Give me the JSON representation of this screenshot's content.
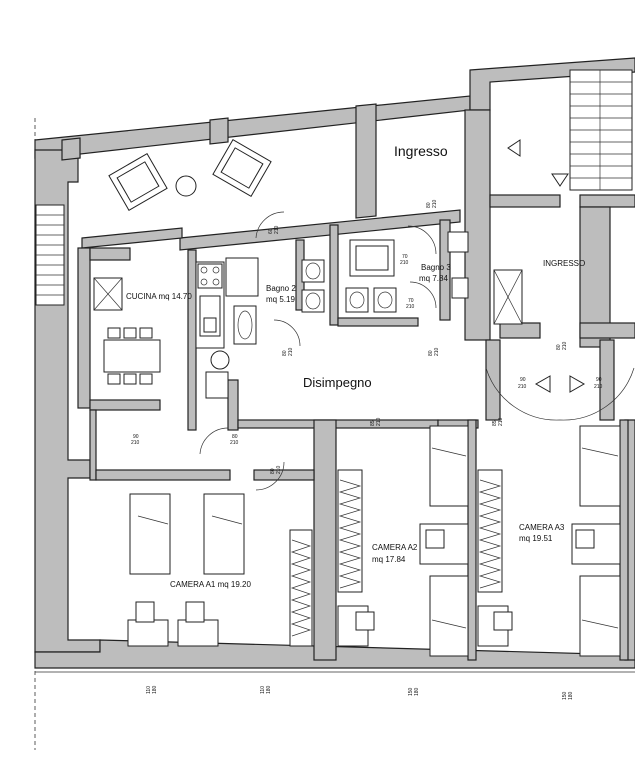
{
  "labels": {
    "ingresso_stair": "Ingresso",
    "ingresso": "INGRESSO",
    "disimpegno": "Disimpegno",
    "cucina": "CUCINA mq 14.70",
    "bagno2_name": "Bagno 2",
    "bagno2_area": "mq 5.19",
    "bagno3_name": "Bagno 3",
    "bagno3_area": "mq 7.84",
    "camera_a1": "CAMERA A1 mq 19.20",
    "camera_a2_name": "CAMERA A2",
    "camera_a2_area": "mq 17.84",
    "camera_a3_name": "CAMERA A3",
    "camera_a3_area": "mq 19.51"
  },
  "door_dims": {
    "d_bagno2_top": [
      "60",
      "210"
    ],
    "d_bagno2_bottom": [
      "80",
      "210"
    ],
    "d_bagno3_left": [
      "70",
      "210"
    ],
    "d_bagno3_mid": [
      "70",
      "210"
    ],
    "d_bagno3_top": [
      "80",
      "210"
    ],
    "d_bagno3_bottom": [
      "80",
      "210"
    ],
    "d_ingresso": [
      "80",
      "210"
    ],
    "d_entry_left": [
      "90",
      "210"
    ],
    "d_entry_right": [
      "90",
      "210"
    ],
    "d_cucina": [
      "90",
      "210"
    ],
    "d_disimpegno": [
      "80",
      "210"
    ],
    "d_camera_a1": [
      "80",
      "210"
    ],
    "d_camera_a2": [
      "85",
      "210"
    ],
    "d_camera_a3": [
      "85",
      "210"
    ]
  },
  "window_dims": {
    "w1": [
      "110",
      "180"
    ],
    "w2": [
      "110",
      "180"
    ],
    "w3": [
      "150",
      "180"
    ],
    "w4": [
      "150",
      "180"
    ]
  }
}
